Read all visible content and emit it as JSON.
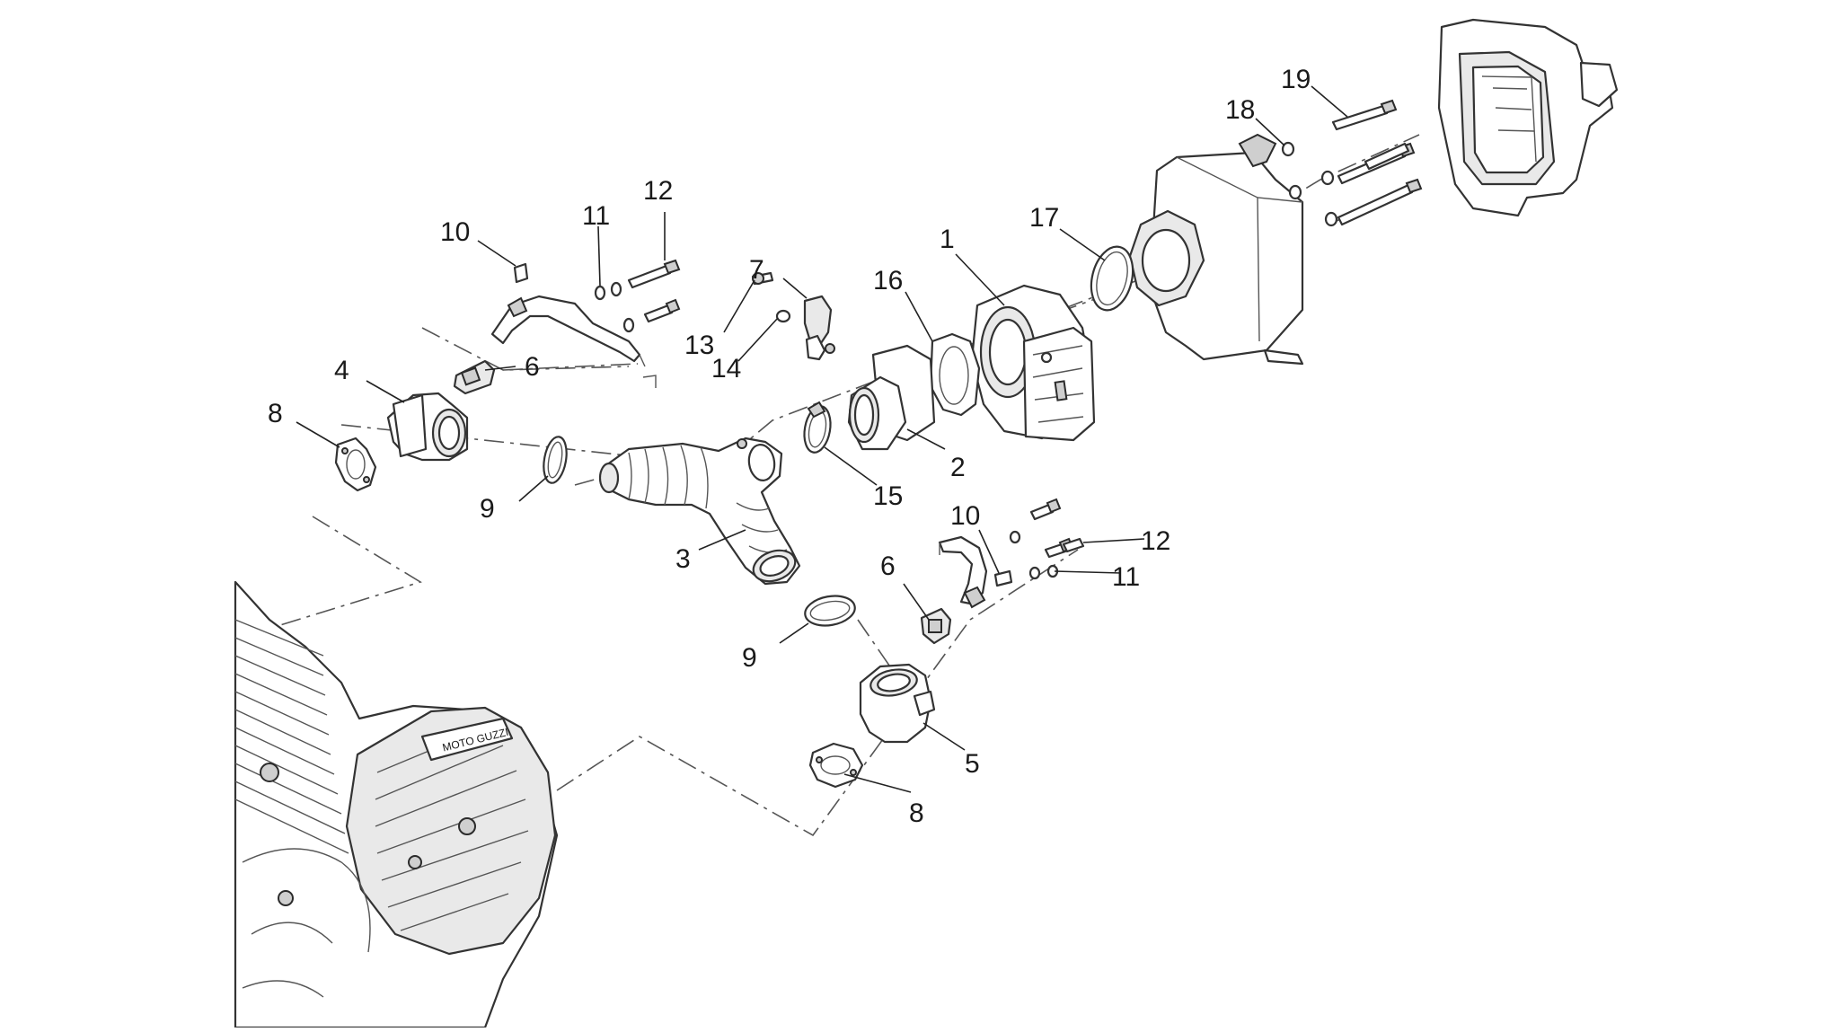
{
  "diagram": {
    "callouts": [
      {
        "id": "c1",
        "label": "1"
      },
      {
        "id": "c2",
        "label": "2"
      },
      {
        "id": "c3",
        "label": "3"
      },
      {
        "id": "c4",
        "label": "4"
      },
      {
        "id": "c5",
        "label": "5"
      },
      {
        "id": "c6a",
        "label": "6"
      },
      {
        "id": "c6b",
        "label": "6"
      },
      {
        "id": "c7",
        "label": "7"
      },
      {
        "id": "c8a",
        "label": "8"
      },
      {
        "id": "c8b",
        "label": "8"
      },
      {
        "id": "c9a",
        "label": "9"
      },
      {
        "id": "c9b",
        "label": "9"
      },
      {
        "id": "c10a",
        "label": "10"
      },
      {
        "id": "c10b",
        "label": "10"
      },
      {
        "id": "c11a",
        "label": "11"
      },
      {
        "id": "c11b",
        "label": "11"
      },
      {
        "id": "c12a",
        "label": "12"
      },
      {
        "id": "c12b",
        "label": "12"
      },
      {
        "id": "c13",
        "label": "13"
      },
      {
        "id": "c14",
        "label": "14"
      },
      {
        "id": "c15",
        "label": "15"
      },
      {
        "id": "c16",
        "label": "16"
      },
      {
        "id": "c17",
        "label": "17"
      },
      {
        "id": "c18",
        "label": "18"
      },
      {
        "id": "c19",
        "label": "19"
      }
    ],
    "engine_brand_text": "MOTO GUZZI"
  }
}
